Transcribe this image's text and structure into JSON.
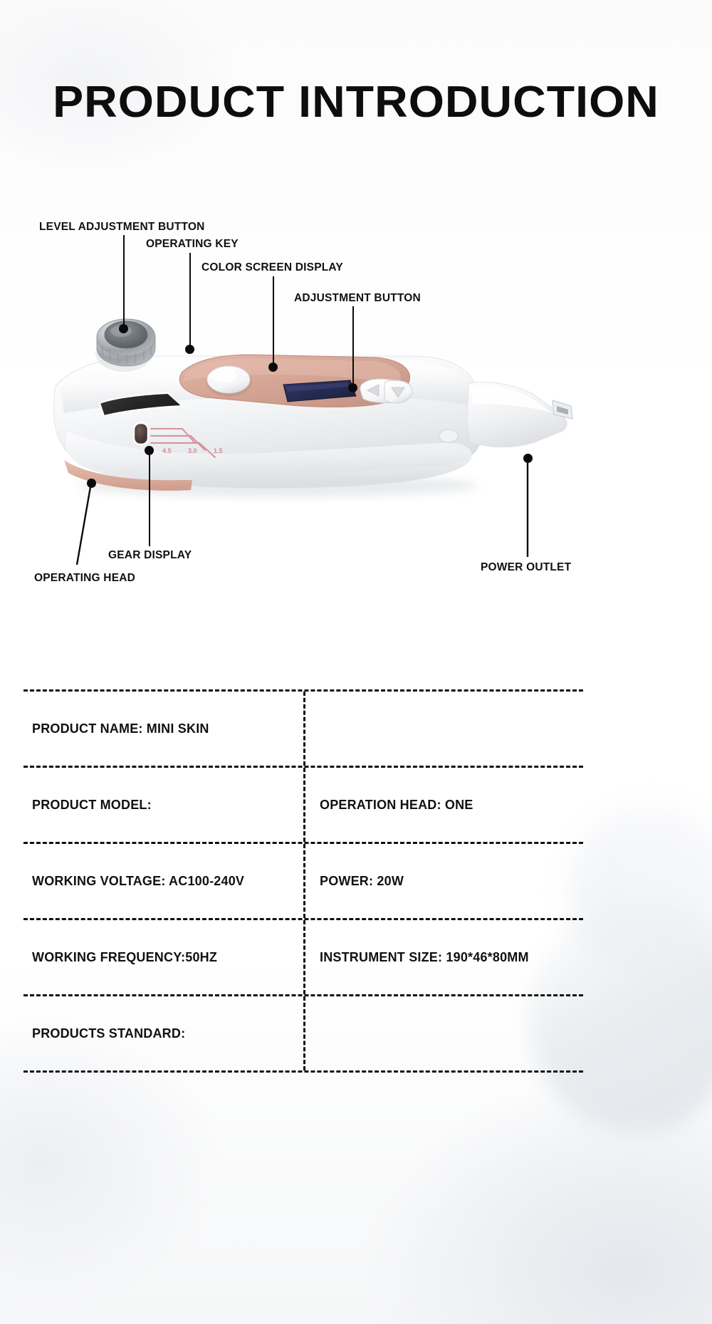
{
  "page": {
    "title": "PRODUCT INTRODUCTION"
  },
  "callouts": [
    {
      "id": "level-adjustment-button",
      "label": "LEVEL ADJUSTMENT BUTTON"
    },
    {
      "id": "operating-key",
      "label": "OPERATING KEY"
    },
    {
      "id": "color-screen-display",
      "label": "COLOR SCREEN DISPLAY"
    },
    {
      "id": "adjustment-button",
      "label": "ADJUSTMENT BUTTON"
    },
    {
      "id": "gear-display",
      "label": "GEAR DISPLAY"
    },
    {
      "id": "operating-head",
      "label": "OPERATING HEAD"
    },
    {
      "id": "power-outlet",
      "label": "POWER OUTLET"
    }
  ],
  "device": {
    "gear_marks": [
      "4.5",
      "3.0",
      "1.5"
    ],
    "colors": {
      "body": "#ffffff",
      "panel": "#d8a898",
      "screen": "#2a2f56",
      "knob": "#b9bcc0",
      "vent": "#2e2e2e",
      "gear_line": "#d9909a",
      "head_band": "#d8a898"
    }
  },
  "spec_table": {
    "rows": [
      {
        "left": "PRODUCT NAME:  MINI SKIN",
        "right": ""
      },
      {
        "left": "PRODUCT MODEL:",
        "right": "OPERATION HEAD:  ONE"
      },
      {
        "left": "WORKING VOLTAGE: AC100-240V",
        "right": "POWER: 20W"
      },
      {
        "left": "WORKING FREQUENCY:50HZ",
        "right": "INSTRUMENT SIZE: 190*46*80MM"
      },
      {
        "left": "PRODUCTS STANDARD:",
        "right": ""
      }
    ]
  }
}
